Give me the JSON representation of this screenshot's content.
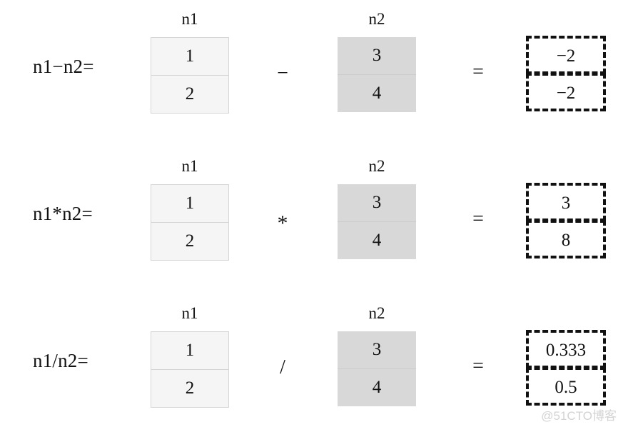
{
  "background_color": "#ffffff",
  "text_color": "#111111",
  "operand_colors": {
    "n1_fill": "#f5f5f5",
    "n1_border": "#d5d5d5",
    "n2_fill": "#d8d8d8",
    "result_border": "#111111"
  },
  "watermark": "@51CTO博客",
  "rows": [
    {
      "label": "n1−n2=",
      "operator": "−",
      "equals": "=",
      "left_operand": {
        "header": "n1",
        "values": [
          "1",
          "2"
        ]
      },
      "right_operand": {
        "header": "n2",
        "values": [
          "3",
          "4"
        ]
      },
      "result": {
        "values": [
          "−2",
          "−2"
        ]
      }
    },
    {
      "label": "n1*n2=",
      "operator": "*",
      "equals": "=",
      "left_operand": {
        "header": "n1",
        "values": [
          "1",
          "2"
        ]
      },
      "right_operand": {
        "header": "n2",
        "values": [
          "3",
          "4"
        ]
      },
      "result": {
        "values": [
          "3",
          "8"
        ]
      }
    },
    {
      "label": "n1/n2=",
      "operator": "/",
      "equals": "=",
      "left_operand": {
        "header": "n1",
        "values": [
          "1",
          "2"
        ]
      },
      "right_operand": {
        "header": "n2",
        "values": [
          "3",
          "4"
        ]
      },
      "result": {
        "values": [
          "0.333",
          "0.5"
        ]
      }
    }
  ]
}
